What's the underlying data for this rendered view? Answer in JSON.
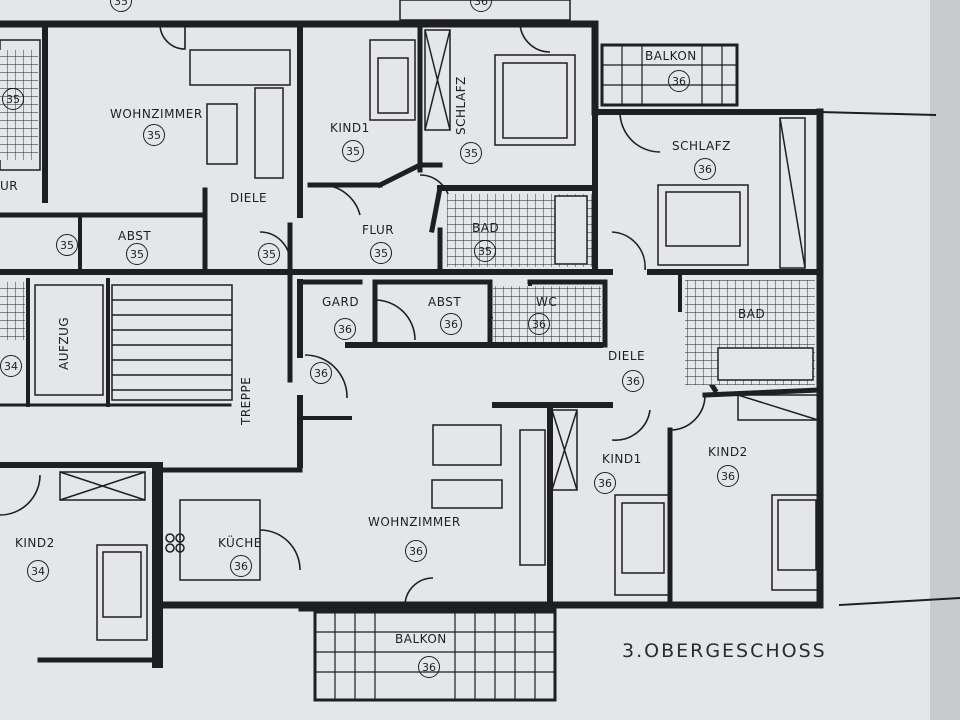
{
  "plan": {
    "title": "3.OBERGESCHOSS",
    "wall_color": "#1e1f22",
    "paper_color": "#e4e6e8",
    "rooms": {
      "wohnzimmer_35": {
        "label": "WOHNZIMMER",
        "number": "35"
      },
      "kind1_35": {
        "label": "KIND1",
        "number": "35"
      },
      "schlafz_35": {
        "label": "SCHLAFZ",
        "number": "35"
      },
      "diele_35": {
        "label": "DIELE",
        "number": "35"
      },
      "flur_35": {
        "label": "FLUR",
        "number": "35"
      },
      "bad_35": {
        "label": "BAD",
        "number": "35"
      },
      "abst_35": {
        "label": "ABST",
        "number": "35"
      },
      "treppe_35": {
        "number": "35"
      },
      "ur_35": {
        "label": "UR",
        "number": "35"
      },
      "sc_35": {
        "number": "35"
      },
      "top_36_left": {
        "number": "35"
      },
      "top_36_right": {
        "number": "36"
      },
      "aufzug": {
        "label": "AUFZUG"
      },
      "treppe": {
        "label": "TREPPE"
      },
      "balkon_top": {
        "label": "BALKON",
        "number": "36"
      },
      "schlafz_36": {
        "label": "SCHLAFZ",
        "number": "36"
      },
      "gard_36": {
        "label": "GARD",
        "number": "36"
      },
      "abst_36": {
        "label": "ABST",
        "number": "36"
      },
      "wc_36": {
        "label": "WC",
        "number": "36"
      },
      "bad_36": {
        "label": "BAD"
      },
      "diele_36": {
        "label": "DIELE",
        "number": "36"
      },
      "entry_36": {
        "number": "36"
      },
      "kind1_36": {
        "label": "KIND1",
        "number": "36"
      },
      "kind2_36": {
        "label": "KIND2",
        "number": "36"
      },
      "wohnzimmer_36": {
        "label": "WOHNZIMMER",
        "number": "36"
      },
      "kueche_36": {
        "label": "KÜCHE",
        "number": "36"
      },
      "balkon_bottom": {
        "label": "BALKON",
        "number": "36"
      },
      "kind2_34": {
        "label": "KIND2",
        "number": "34"
      },
      "left_34": {
        "number": "34"
      }
    }
  }
}
